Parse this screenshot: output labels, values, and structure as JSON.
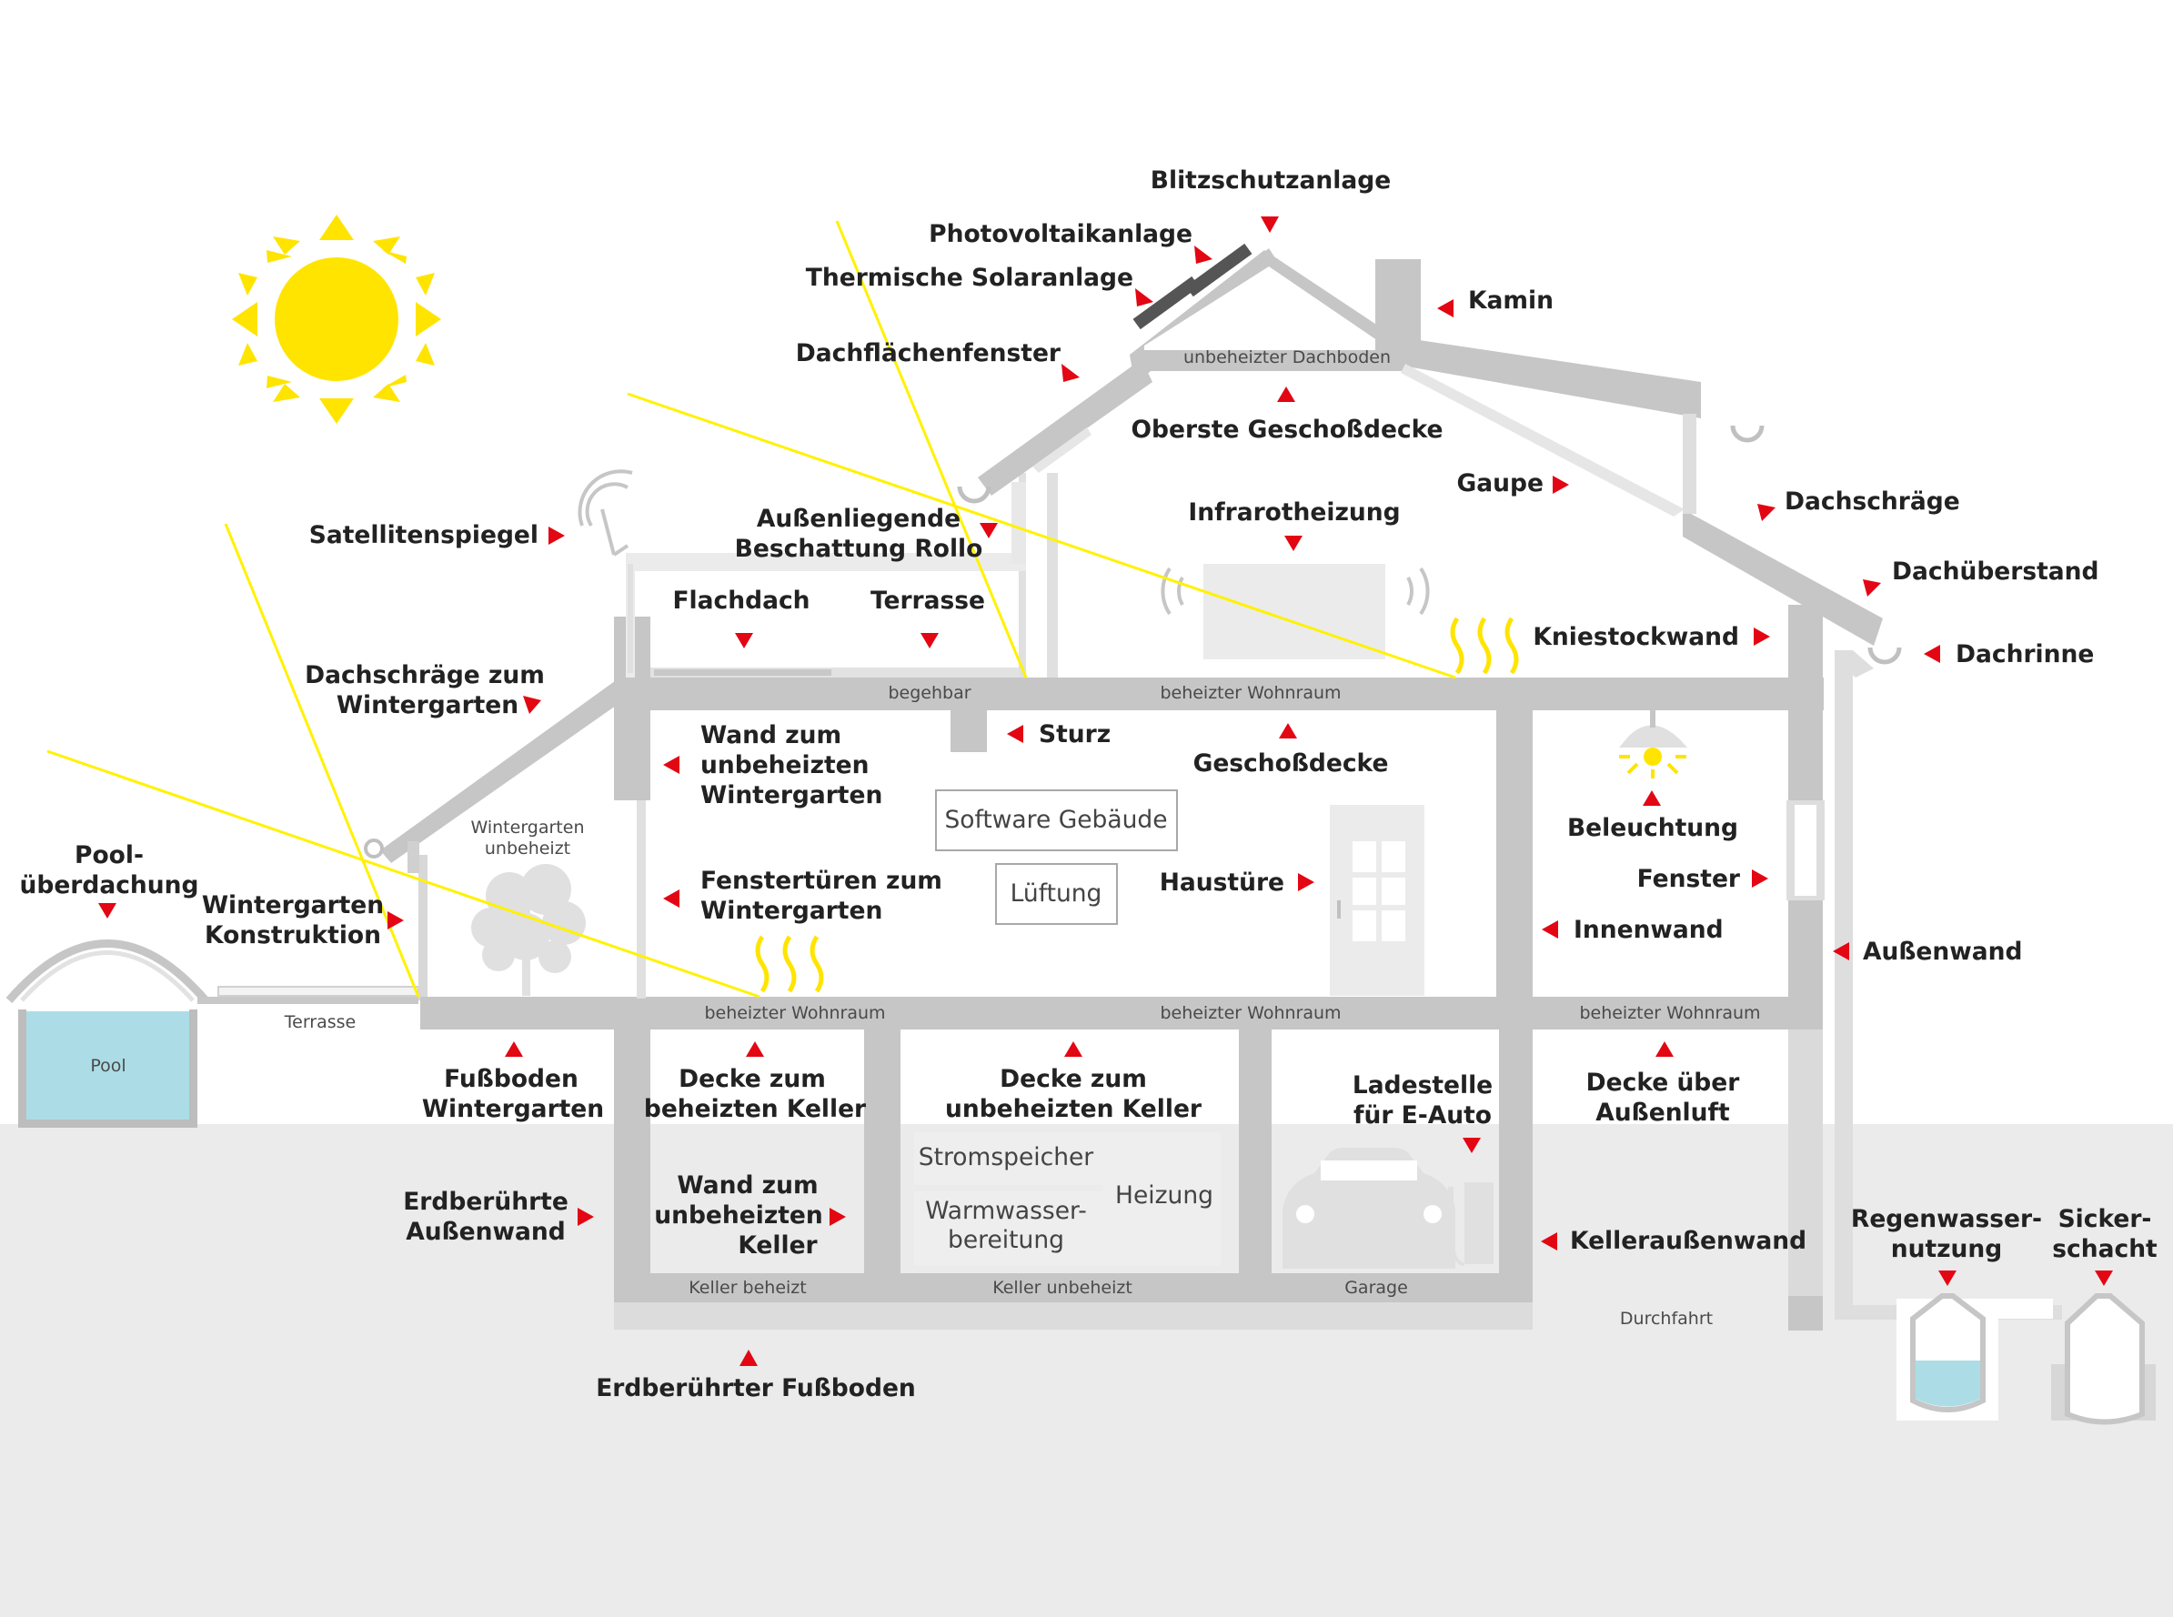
{
  "colors": {
    "wall": "#c6c6c6",
    "wall_light": "#d8d8d8",
    "ground": "#ebebeb",
    "sun": "#ffe400",
    "sun_ray_line": "#fff200",
    "marker": "#e30613",
    "text": "#222222",
    "pool_water": "#acdde6",
    "panel": "#555555"
  },
  "icons": [
    "sun-icon",
    "satellite-dish-icon",
    "tree-icon",
    "heating-waves-icon",
    "lamp-icon",
    "door-icon",
    "car-icon",
    "ev-charger-icon",
    "panel-icon",
    "rain-tank-icon",
    "seepage-tank-icon"
  ],
  "labels": {
    "blitzschutz": "Blitzschutzanlage",
    "photovoltaik": "Photovoltaikanlage",
    "solarthermie": "Thermische Solaranlage",
    "dachflaechenfenster": "Dachflächenfenster",
    "kamin": "Kamin",
    "oberste_geschossdecke": "Oberste Geschoßdecke",
    "gaupe": "Gaupe",
    "dachschraege": "Dachschräge",
    "satellitenspiegel": "Satellitenspiegel",
    "beschattung_1": "Außenliegende",
    "beschattung_2": "Beschattung Rollo",
    "infrarotheizung": "Infrarotheizung",
    "dachueberstand": "Dachüberstand",
    "flachdach": "Flachdach",
    "terrasse_oben": "Terrasse",
    "kniestockwand": "Kniestockwand",
    "dachrinne": "Dachrinne",
    "dachschraege_wg_1": "Dachschräge zum",
    "dachschraege_wg_2": "Wintergarten",
    "wand_wg_1": "Wand zum",
    "wand_wg_2": "unbeheizten",
    "wand_wg_3": "Wintergarten",
    "sturz": "Sturz",
    "geschossdecke": "Geschoßdecke",
    "beleuchtung": "Beleuchtung",
    "pool_ueberdachung_1": "Pool-",
    "pool_ueberdachung_2": "überdachung",
    "fenstertueren_1": "Fenstertüren zum",
    "fenstertueren_2": "Wintergarten",
    "haustuere": "Haustüre",
    "fenster": "Fenster",
    "wg_konstruktion_1": "Wintergarten",
    "wg_konstruktion_2": "Konstruktion",
    "innenwand": "Innenwand",
    "aussenwand": "Außenwand",
    "fussboden_wg_1": "Fußboden",
    "fussboden_wg_2": "Wintergarten",
    "decke_beheizt_1": "Decke zum",
    "decke_beheizt_2": "beheizten Keller",
    "decke_unbeheizt_1": "Decke zum",
    "decke_unbeheizt_2": "unbeheizten Keller",
    "ladestelle_1": "Ladestelle",
    "ladestelle_2": "für E-Auto",
    "decke_aussenluft_1": "Decke über",
    "decke_aussenluft_2": "Außenluft",
    "regenwasser_1": "Regenwasser-",
    "regenwasser_2": "nutzung",
    "sickerschacht_1": "Sicker-",
    "sickerschacht_2": "schacht",
    "erdberuehrte_wand_1": "Erdberührte",
    "erdberuehrte_wand_2": "Außenwand",
    "wand_keller_1": "Wand zum",
    "wand_keller_2": "unbeheizten",
    "wand_keller_3": "Keller",
    "kelleraussenwand": "Kelleraußenwand",
    "erdberuehrter_fussboden": "Erdberührter Fußboden"
  },
  "small_labels": {
    "unbeheizter_dachboden": "unbeheizter Dachboden",
    "begehbar": "begehbar",
    "beheizter_wohnraum": "beheizter Wohnraum",
    "wintergarten_1": "Wintergarten",
    "wintergarten_2": "unbeheizt",
    "terrasse": "Terrasse",
    "pool": "Pool",
    "keller_beheizt": "Keller beheizt",
    "keller_unbeheizt": "Keller unbeheizt",
    "garage": "Garage",
    "durchfahrt": "Durchfahrt"
  },
  "boxes": {
    "software": "Software Gebäude",
    "lueftung": "Lüftung",
    "stromspeicher": "Stromspeicher",
    "heizung": "Heizung",
    "warmwasser_1": "Warmwasser-",
    "warmwasser_2": "bereitung"
  }
}
